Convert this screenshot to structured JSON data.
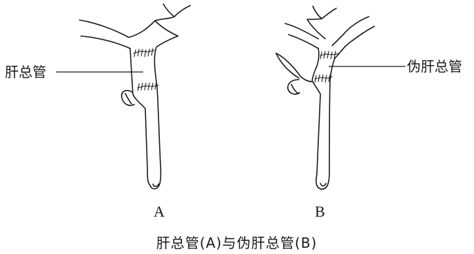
{
  "figure": {
    "label_a": "肝总管",
    "label_b": "伪肝总管",
    "panel_a": "A",
    "panel_b": "B",
    "caption": "肝总管(A)与伪肝总管(B)"
  }
}
